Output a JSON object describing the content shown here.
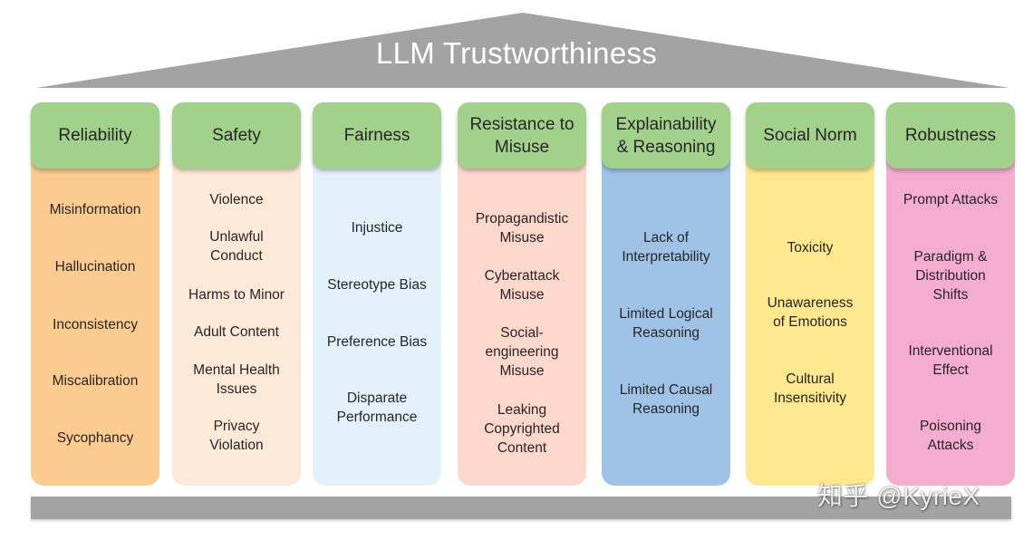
{
  "title": "LLM Trustworthiness",
  "colors": {
    "roof": "#a3a3a3",
    "header": "#a2d18b",
    "foundation": "#a3a3a3"
  },
  "pillars": [
    {
      "name": "Reliability",
      "color": "#fbcb8f",
      "items": [
        "Misinformation",
        "Hallucination",
        "Inconsistency",
        "Miscalibration",
        "Sycophancy"
      ]
    },
    {
      "name": "Safety",
      "color": "#fde9d8",
      "items": [
        "Violence",
        "Unlawful\nConduct",
        "Harms to Minor",
        "Adult Content",
        "Mental Health\nIssues",
        "Privacy\nViolation"
      ]
    },
    {
      "name": "Fairness",
      "color": "#e3f1fb",
      "items": [
        "Injustice",
        "Stereotype Bias",
        "Preference Bias",
        "Disparate\nPerformance"
      ]
    },
    {
      "name": "Resistance to\nMisuse",
      "color": "#fcd7cc",
      "items": [
        "Propagandistic\nMisuse",
        "Cyberattack\nMisuse",
        "Social-\nengineering\nMisuse",
        "Leaking\nCopyrighted\nContent"
      ]
    },
    {
      "name": "Explainability\n& Reasoning",
      "color": "#9fc3e7",
      "items": [
        "Lack of\nInterpretability",
        "Limited Logical\nReasoning",
        "Limited Causal\nReasoning"
      ]
    },
    {
      "name": "Social Norm",
      "color": "#fde88f",
      "items": [
        "Toxicity",
        "Unawareness\nof Emotions",
        "Cultural\nInsensitivity"
      ]
    },
    {
      "name": "Robustness",
      "color": "#f4add0",
      "items": [
        "Prompt Attacks",
        "Paradigm &\nDistribution\nShifts",
        "Interventional\nEffect",
        "Poisoning\nAttacks"
      ]
    }
  ],
  "watermark": "知乎 @KyrieX"
}
